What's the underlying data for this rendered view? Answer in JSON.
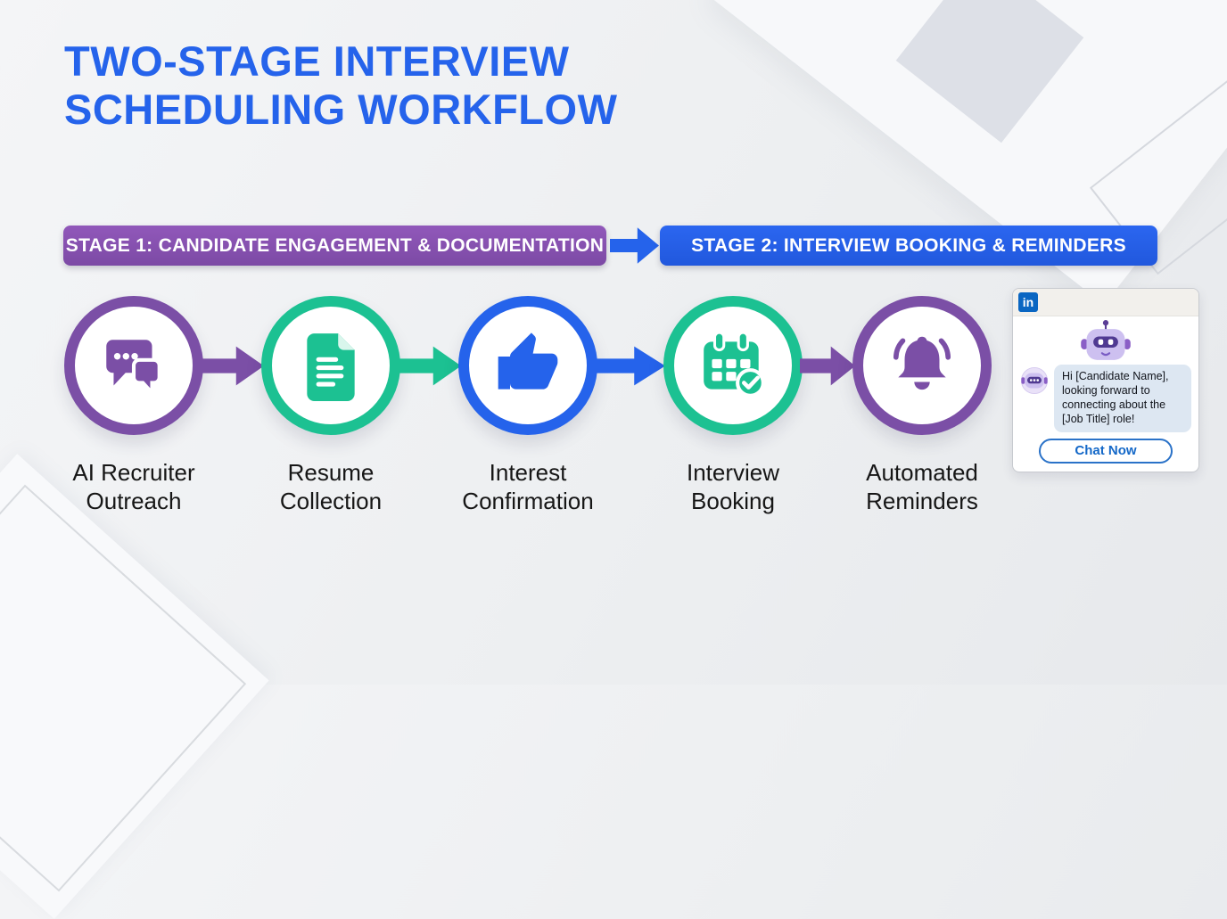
{
  "title": {
    "line1": "TWO-STAGE INTERVIEW",
    "line2": "SCHEDULING WORKFLOW"
  },
  "stages": [
    {
      "label": "STAGE 1: CANDIDATE ENGAGEMENT & DOCUMENTATION",
      "color": "#8a55b2"
    },
    {
      "label": "STAGE 2: INTERVIEW BOOKING & REMINDERS",
      "color": "#2563eb"
    }
  ],
  "stage_connector": {
    "icon": "arrow-right-icon",
    "color": "#2563eb"
  },
  "steps": [
    {
      "label": "AI Recruiter Outreach",
      "icon": "chat-bubbles-icon",
      "ring_color": "#7b4fa6"
    },
    {
      "label": "Resume Collection",
      "icon": "document-icon",
      "ring_color": "#1cc192"
    },
    {
      "label": "Interest Confirmation",
      "icon": "thumbs-up-icon",
      "ring_color": "#2563eb"
    },
    {
      "label": "Interview Booking",
      "icon": "calendar-check-icon",
      "ring_color": "#1cc192"
    },
    {
      "label": "Automated Reminders",
      "icon": "bell-icon",
      "ring_color": "#7b4fa6"
    }
  ],
  "connectors": [
    {
      "icon": "arrow-right-icon",
      "color": "#7b4fa6"
    },
    {
      "icon": "arrow-right-icon",
      "color": "#1cc192"
    },
    {
      "icon": "arrow-right-icon",
      "color": "#2563eb"
    },
    {
      "icon": "arrow-right-icon",
      "color": "#7b4fa6"
    }
  ],
  "chat_card": {
    "logo_icon": "linkedin-icon",
    "logo_text": "in",
    "bot_icon": "robot-icon",
    "avatar_icon": "robot-avatar-icon",
    "message": "Hi [Candidate Name], looking forward to connecting about the [Job Title] role!",
    "button_label": "Chat Now"
  },
  "colors": {
    "title_blue": "#2563eb",
    "purple": "#7b4fa6",
    "teal": "#1cc192",
    "blue": "#2563eb",
    "linkedin_blue": "#0a66c2",
    "label_text": "#161616",
    "background": "#edeff1"
  }
}
